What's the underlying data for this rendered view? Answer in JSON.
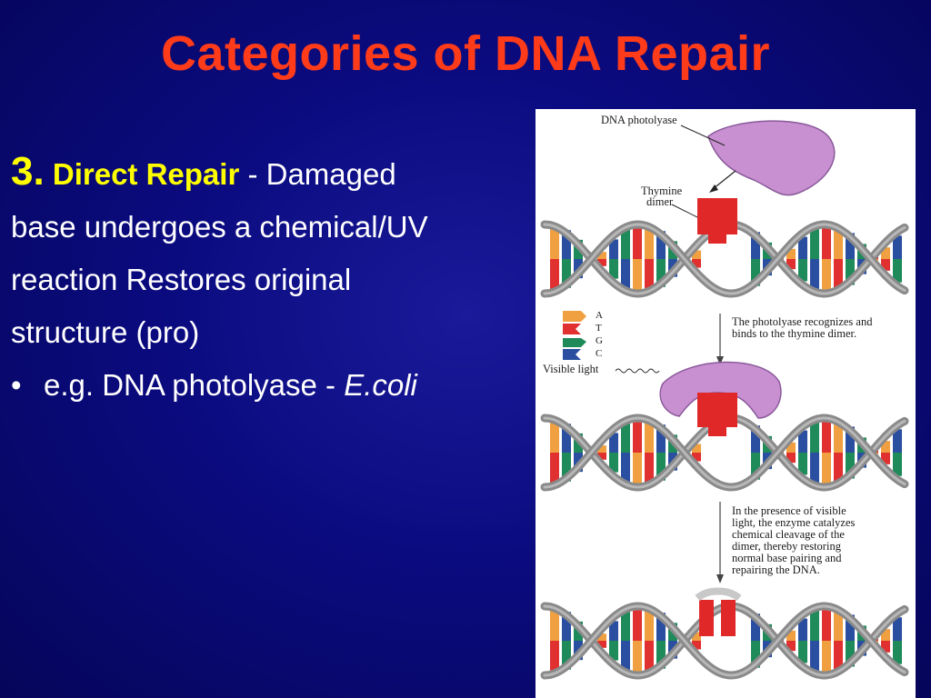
{
  "slide": {
    "title": "Categories of DNA Repair",
    "point_number": "3.",
    "point_heading": "Direct Repair",
    "point_text_1": " - Damaged",
    "line2": "base undergoes a chemical/UV",
    "line3": "reaction Restores original",
    "line4": "structure (pro)",
    "bullet_symbol": "•",
    "bullet_text": "e.g. DNA photolyase - ",
    "bullet_italic": "E.coli"
  },
  "figure": {
    "label_enzyme": "DNA photolyase",
    "label_dimer_1": "Thymine",
    "label_dimer_2": "dimer",
    "legend": [
      "A",
      "T",
      "G",
      "C"
    ],
    "step1_caption_1": "The photolyase recognizes and",
    "step1_caption_2": "binds to the thymine dimer.",
    "label_light": "Visible light",
    "step2_caption": [
      "In the presence of visible",
      "light, the enzyme catalyzes",
      "chemical cleavage of the",
      "dimer, thereby restoring",
      "normal base pairing and",
      "repairing the DNA."
    ],
    "colors": {
      "adenine": "#f0a040",
      "thymine": "#e03030",
      "guanine": "#1f8a5a",
      "cytosine": "#2a4fa0",
      "enzyme": "#c890d0",
      "backbone": "#8a8a8a"
    }
  }
}
